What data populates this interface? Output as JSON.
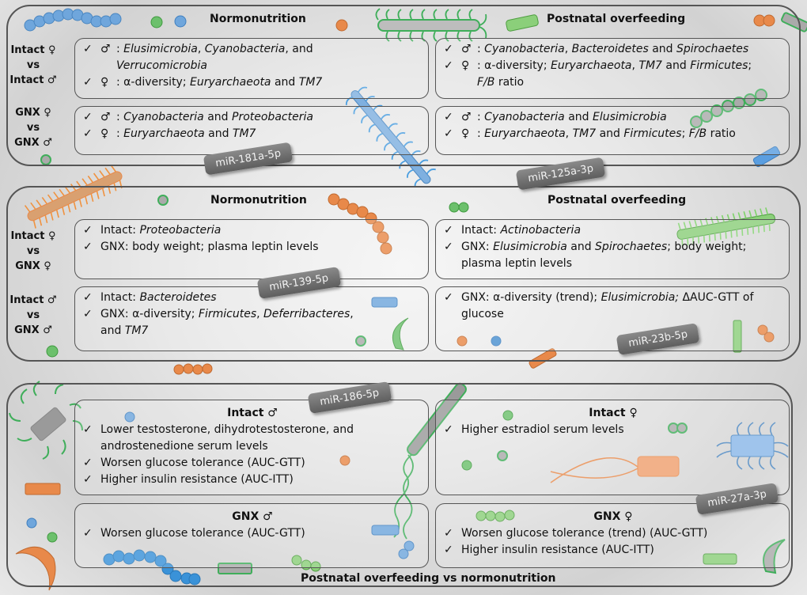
{
  "symbols": {
    "check": "✓",
    "male": "♂",
    "female": "♀"
  },
  "section1": {
    "heading_left": "Normonutrition",
    "heading_right": "Postnatal overfeeding",
    "row1_label": [
      "Intact ♀",
      "vs",
      "Intact ♂"
    ],
    "row2_label": [
      "GNX ♀",
      "vs",
      "GNX ♂"
    ],
    "r1_left": {
      "male_a": "Elusimicrobia",
      "male_b": ", ",
      "male_c": "Cyanobacteria",
      "male_d": ", and",
      "male_cont": "Verrucomicrobia",
      "female_a": "α-diversity; ",
      "female_b": "Euryarchaeota",
      "female_c": " and ",
      "female_d": "TM7"
    },
    "r1_right": {
      "male_a": "Cyanobacteria",
      "male_b": ", ",
      "male_c": "Bacteroidetes",
      "male_d": " and ",
      "male_e": "Spirochaetes",
      "female_a": "α-diversity; ",
      "female_b": "Euryarchaeota",
      "female_c": ", ",
      "female_d": "TM7",
      "female_e": " and ",
      "female_f": "Firmicutes",
      "female_g": ";",
      "female_cont_a": "F/B",
      "female_cont_b": " ratio"
    },
    "r2_left": {
      "male_a": "Cyanobacteria",
      "male_b": " and ",
      "male_c": "Proteobacteria",
      "female_a": "Euryarchaeota",
      "female_b": " and ",
      "female_c": "TM7"
    },
    "r2_right": {
      "male_a": "Cyanobacteria",
      "male_b": " and ",
      "male_c": "Elusimicrobia",
      "female_a": "Euryarchaeota",
      "female_b": ", ",
      "female_c": "TM7",
      "female_d": " and ",
      "female_e": "Firmicutes",
      "female_f": "; ",
      "female_g": "F/B",
      "female_h": " ratio"
    },
    "mir_a": "miR-181a-5p",
    "mir_b": "miR-125a-3p"
  },
  "section2": {
    "heading_left": "Normonutrition",
    "heading_right": "Postnatal overfeeding",
    "row1_label": [
      "Intact ♀",
      "vs",
      "GNX ♀"
    ],
    "row2_label": [
      "Intact ♂",
      "vs",
      "GNX ♂"
    ],
    "r1_left": {
      "l1_a": "Intact: ",
      "l1_b": "Proteobacteria",
      "l2": "GNX: body weight; plasma leptin levels"
    },
    "r1_right": {
      "l1_a": "Intact: ",
      "l1_b": "Actinobacteria",
      "l2_a": "GNX: ",
      "l2_b": "Elusimicrobia",
      "l2_c": " and ",
      "l2_d": "Spirochaetes",
      "l2_e": "; body weight;",
      "l2_cont": "plasma leptin levels"
    },
    "r2_left": {
      "l1_a": "Intact: ",
      "l1_b": "Bacteroidetes",
      "l2_a": "GNX: α-diversity; ",
      "l2_b": "Firmicutes",
      "l2_c": ", ",
      "l2_d": "Deferribacteres",
      "l2_e": ",",
      "l2_cont_a": "and ",
      "l2_cont_b": "TM7"
    },
    "r2_right": {
      "l1_a": "GNX: α-diversity (trend); ",
      "l1_b": "Elusimicrobia;",
      "l1_c": " ΔAUC-GTT of",
      "l1_cont": "glucose"
    },
    "mir_a": "miR-139-5p",
    "mir_b": "miR-23b-5p"
  },
  "section3": {
    "footer": "Postnatal overfeeding vs normonutrition",
    "intact_male": {
      "title": "Intact ♂",
      "items": [
        "Lower testosterone, dihydrotestosterone, and",
        "androstenedione serum levels",
        "Worsen glucose tolerance (AUC-GTT)",
        "Higher insulin resistance (AUC-ITT)"
      ]
    },
    "intact_female": {
      "title": "Intact ♀",
      "items": [
        "Higher estradiol serum levels"
      ]
    },
    "gnx_male": {
      "title": "GNX ♂",
      "items": [
        "Worsen glucose tolerance (AUC-GTT)"
      ]
    },
    "gnx_female": {
      "title": "GNX ♀",
      "items": [
        "Worsen glucose tolerance (trend) (AUC-GTT)",
        "Higher insulin resistance (AUC-ITT)"
      ]
    },
    "mir_a": "miR-186-5p",
    "mir_b": "miR-27a-3p"
  },
  "colors": {
    "blue": "#4a90d0",
    "green": "#5cb85c",
    "orange": "#e8894a",
    "grey": "#9a9a9a",
    "panel_border": "#555555",
    "label_bg": "#6e6e6e"
  }
}
